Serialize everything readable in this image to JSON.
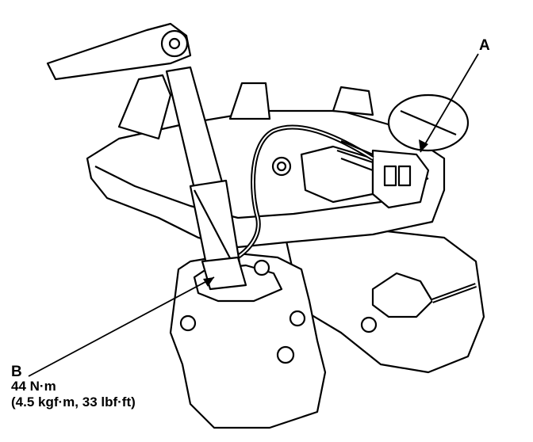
{
  "callouts": {
    "a": {
      "letter": "A"
    },
    "b": {
      "letter": "B",
      "torque_nm": "44 N·m",
      "torque_alt": "(4.5 kgf·m, 33 lbf·ft)"
    }
  },
  "colors": {
    "line": "#000000",
    "fill": "#ffffff",
    "shade": "#d8d8d8"
  }
}
